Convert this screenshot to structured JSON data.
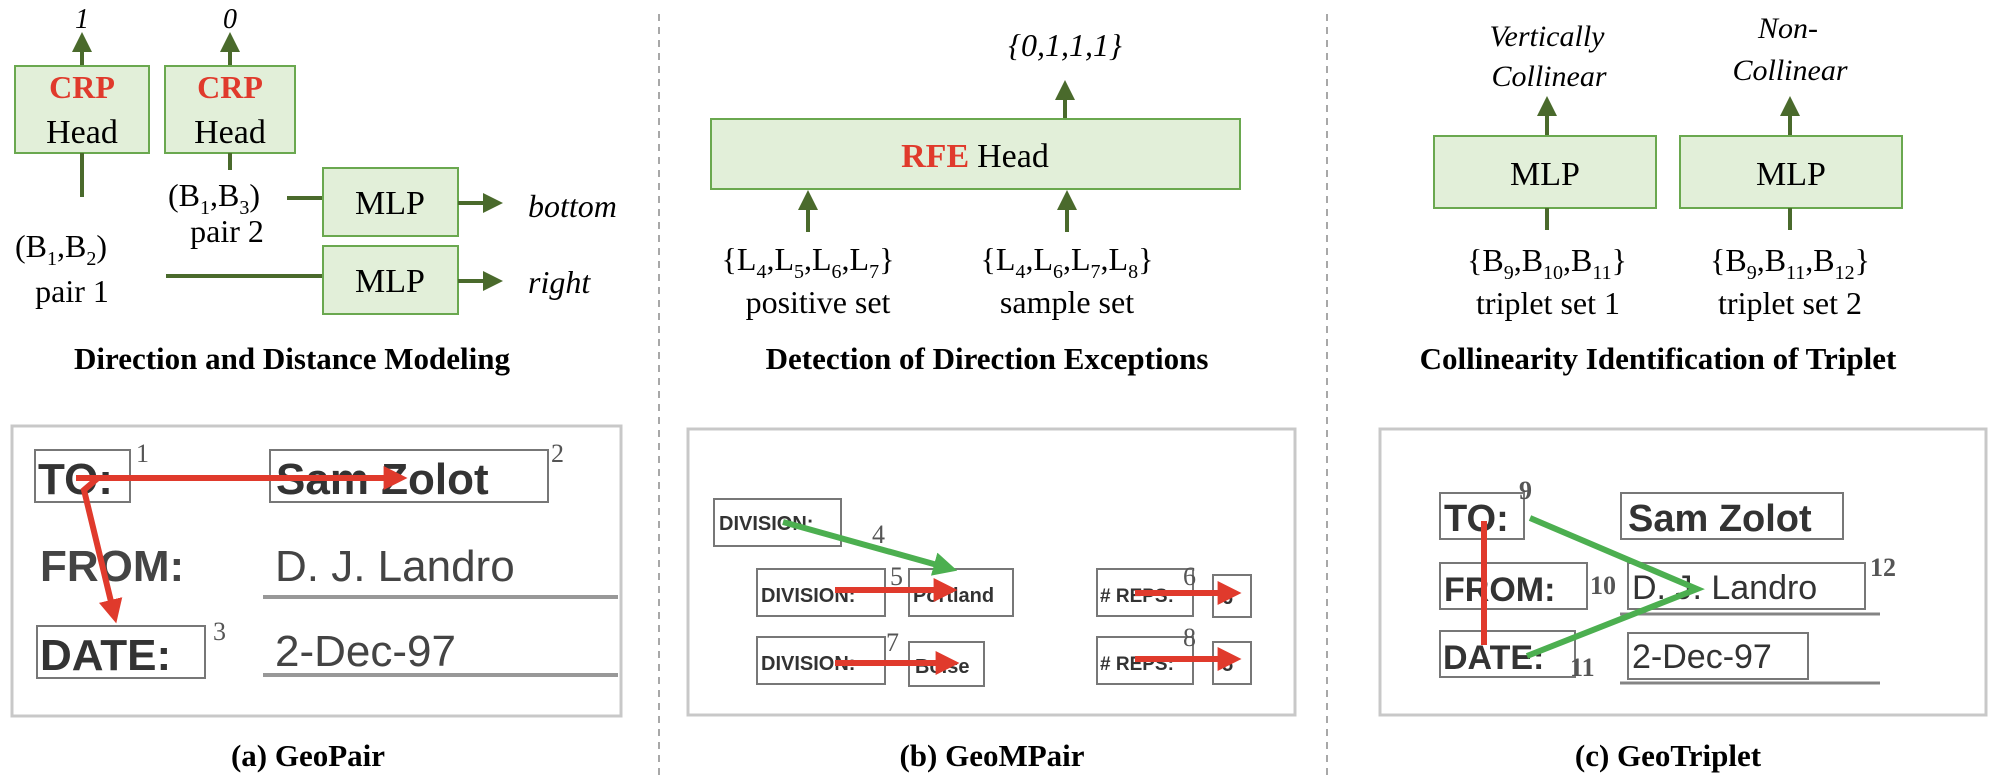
{
  "panel_a": {
    "output_1": "1",
    "output_0": "0",
    "crp_word": "CRP",
    "head_word": "Head",
    "pair1_expr": "(B",
    "pair1_sub_a": "1",
    "pair1_comma": ",B",
    "pair1_sub_b": "2",
    "pair1_close": ")",
    "pair1_label": "pair 1",
    "pair2_expr": "(B",
    "pair2_sub_a": "1",
    "pair2_comma": ",B",
    "pair2_sub_b": "3",
    "pair2_close": ")",
    "pair2_label": "pair 2",
    "mlp": "MLP",
    "out_bottom": "bottom",
    "out_right": "right",
    "section_title": "Direction and Distance Modeling",
    "doc": {
      "to": "TO:",
      "sam": "Sam Zolot",
      "from": "FROM:",
      "landro": "D. J. Landro",
      "date": "DATE:",
      "dec": "2-Dec-97",
      "n1": "1",
      "n2": "2",
      "n3": "3"
    },
    "caption": "(a) GeoPair"
  },
  "panel_b": {
    "output": "{0,1,1,1}",
    "rfe_word": "RFE",
    "head_word": "Head",
    "pos_set": [
      "{L",
      "4",
      ",L",
      "5",
      ",L",
      "6",
      ",L",
      "7",
      "}"
    ],
    "pos_label": "positive set",
    "sample_set": [
      "{L",
      "4",
      ",L",
      "6",
      ",L",
      "7",
      ",L",
      "8",
      "}"
    ],
    "sample_label": "sample set",
    "section_title": "Detection of Direction Exceptions",
    "doc": {
      "division": "DIVISION:",
      "portland": "Portland",
      "boise": "Boise",
      "reps": "# REPS:",
      "v6": "6",
      "v5": "5",
      "n4": "4",
      "n5": "5",
      "n6": "6",
      "n7": "7",
      "n8": "8"
    },
    "caption": "(b) GeoMPair"
  },
  "panel_c": {
    "out1_line1": "Vertically",
    "out1_line2": "Collinear",
    "out2_line1": "Non-",
    "out2_line2": "Collinear",
    "mlp": "MLP",
    "set1": [
      "{B",
      "9",
      ",B",
      "10",
      ",B",
      "11",
      "}"
    ],
    "set1_label": "triplet set 1",
    "set2": [
      "{B",
      "9",
      ",B",
      "11",
      ",B",
      "12",
      "}"
    ],
    "set2_label": "triplet set 2",
    "section_title": "Collinearity Identification of Triplet",
    "doc": {
      "to": "TO:",
      "sam": "Sam Zolot",
      "from": "FROM:",
      "landro": "D. J. Landro",
      "date": "DATE:",
      "dec": "2-Dec-97",
      "n9": "9",
      "n10": "10",
      "n11": "11",
      "n12": "12"
    },
    "caption": "(c) GeoTriplet"
  },
  "colors": {
    "box_fill": "#e2efd9",
    "box_stroke": "#6aa84f",
    "arrow_green": "#4a6a2c",
    "accent_red": "#e03a2c",
    "line_green": "#4caf50"
  }
}
